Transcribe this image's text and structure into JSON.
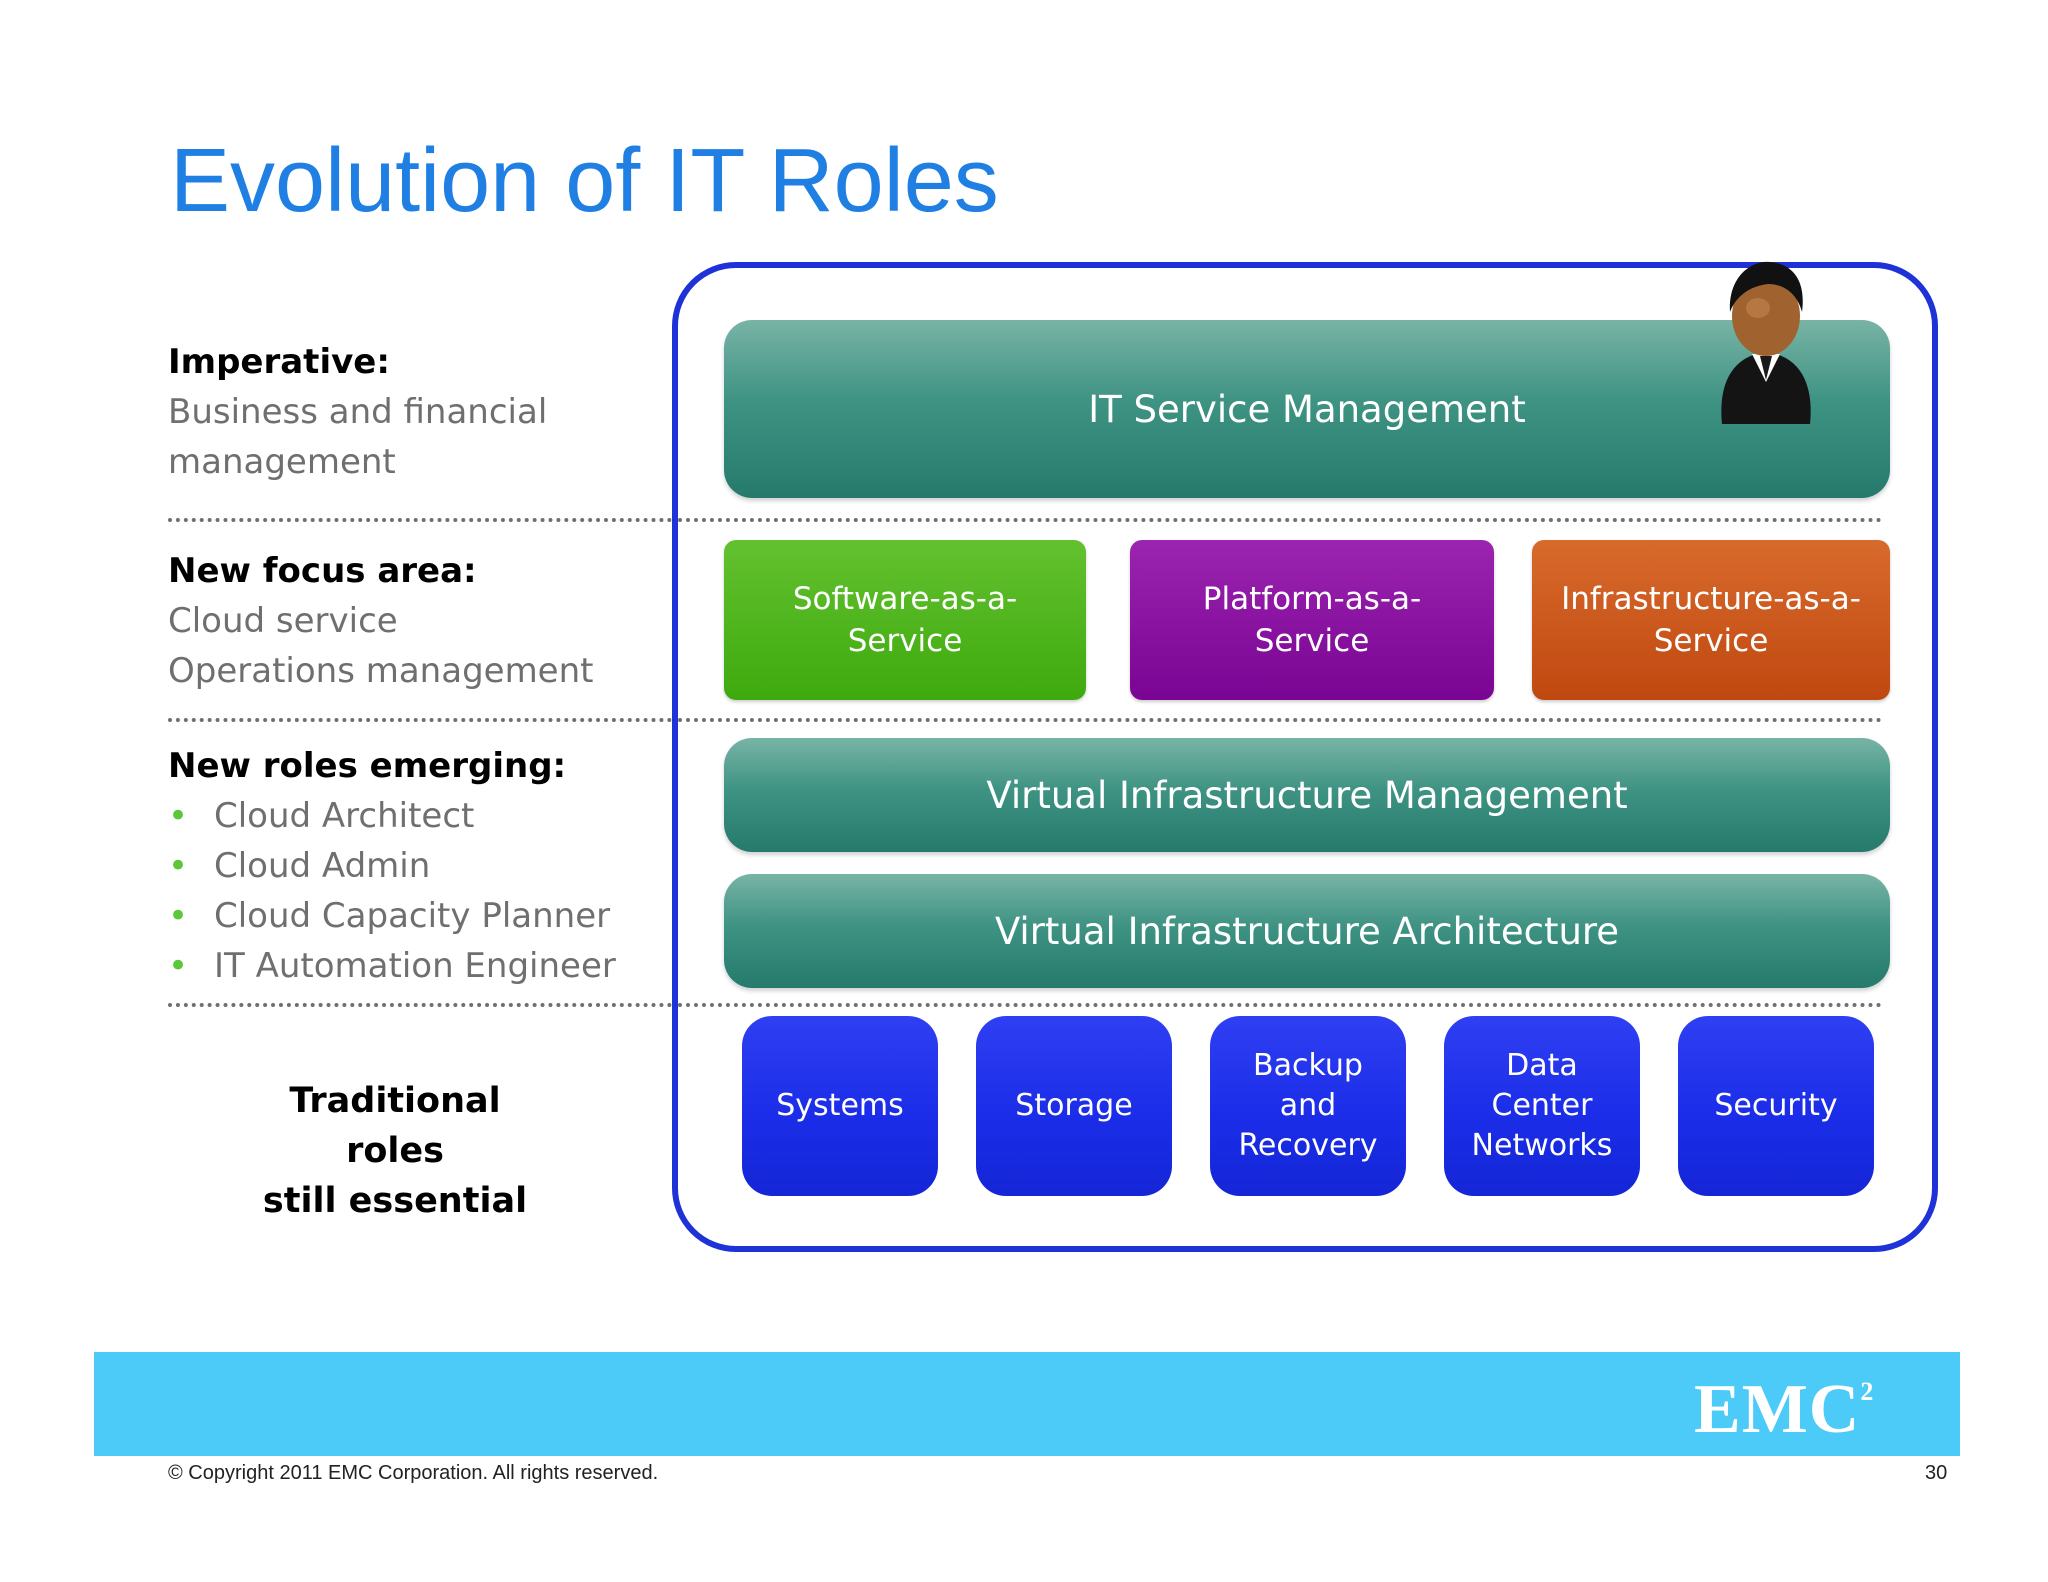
{
  "title": "Evolution of IT Roles",
  "left": {
    "imperative": {
      "heading": "Imperative:",
      "line1": "Business and financial",
      "line2": "management"
    },
    "focus": {
      "heading": "New  focus  area:",
      "line1": "Cloud service",
      "line2": "Operations  management"
    },
    "roles": {
      "heading": "New  roles emerging:",
      "items": [
        "Cloud Architect",
        "Cloud Admin",
        "Cloud Capacity Planner",
        "IT Automation Engineer"
      ]
    },
    "traditional": {
      "line1": "Traditional roles",
      "line2": "still essential"
    }
  },
  "diagram": {
    "itsm": "IT Service Management",
    "services": [
      {
        "label": "Software-as-a-\nService",
        "color": "#4db21a"
      },
      {
        "label": "Platform-as-a-\nService",
        "color": "#84089a"
      },
      {
        "label": "Infrastructure-as-a-\nService",
        "color": "#c7501a"
      }
    ],
    "vim": "Virtual Infrastructure Management",
    "via": "Virtual Infrastructure Architecture",
    "traditional_boxes": [
      "Systems",
      "Storage",
      "Backup\nand\nRecovery",
      "Data\nCenter\nNetworks",
      "Security"
    ]
  },
  "footer": {
    "logo": "EMC",
    "logo_sup": "2",
    "copyright": "© Copyright 2011 EMC Corporation. All rights reserved.",
    "page": "30"
  },
  "colors": {
    "title": "#1f7fe3",
    "frame": "#1e32d8",
    "footer_bar": "#4ccbf8",
    "bullet": "#5cc73a"
  }
}
